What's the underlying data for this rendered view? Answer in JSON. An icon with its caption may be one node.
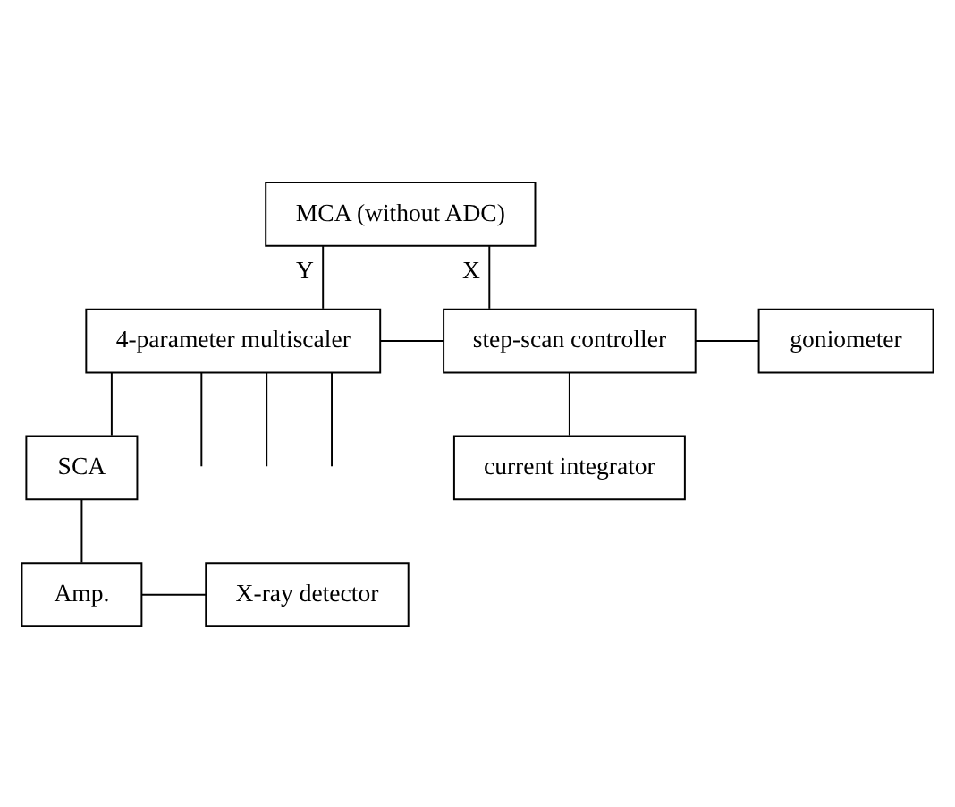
{
  "diagram": {
    "nodes": [
      {
        "text": [
          "MCA (without ADC)"
        ]
      },
      {
        "text": [
          "4-parameter multiscaler"
        ]
      },
      {
        "text": [
          "step-scan controller"
        ]
      },
      {
        "text": [
          "goniometer"
        ]
      },
      {
        "text": [
          "current integrator"
        ]
      },
      {
        "text": [
          "SCA"
        ]
      },
      {
        "text": [
          "Amp."
        ]
      },
      {
        "text": [
          "X-ray detector"
        ]
      }
    ],
    "edges": [
      {
        "from": 0,
        "to": 1,
        "arrow": "none",
        "label": "Y"
      },
      {
        "from": 0,
        "to": 2,
        "arrow": "none",
        "label": "X"
      },
      {
        "from": 1,
        "to": 2,
        "arrow": "none"
      },
      {
        "from": 2,
        "to": 3,
        "arrow": "none"
      },
      {
        "from": 2,
        "to": 4,
        "arrow": "none"
      },
      {
        "from": 1,
        "to": null,
        "arrow": "none"
      },
      {
        "from": 1,
        "to": null,
        "arrow": "none"
      },
      {
        "from": 1,
        "to": null,
        "arrow": "none"
      },
      {
        "from": 1,
        "to": 5,
        "arrow": "none"
      },
      {
        "from": 5,
        "to": 6,
        "arrow": "none"
      },
      {
        "from": 6,
        "to": 7,
        "arrow": "none"
      }
    ]
  }
}
